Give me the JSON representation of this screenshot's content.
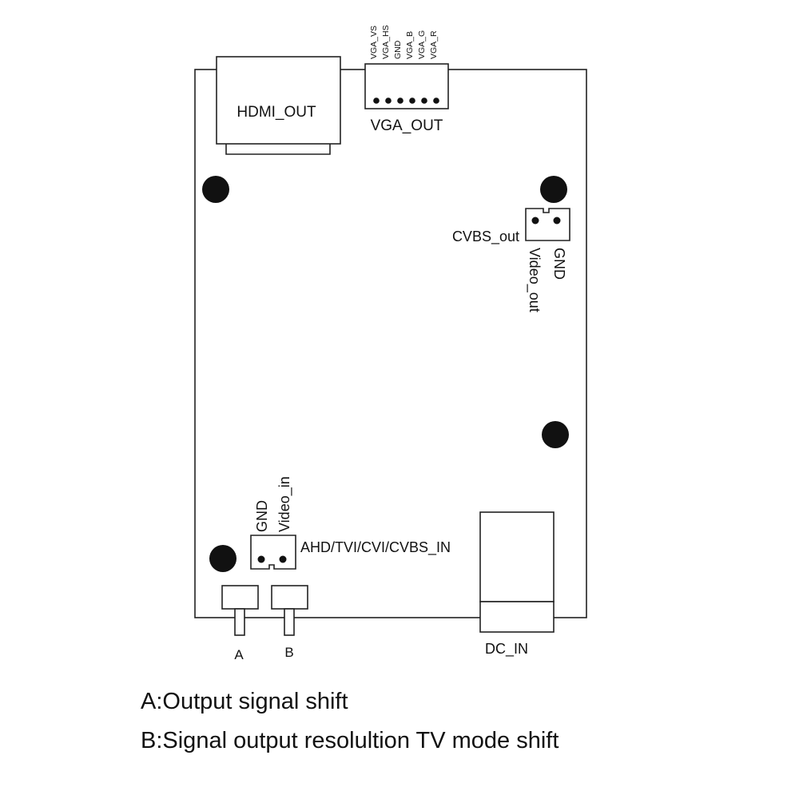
{
  "board": {
    "hdmi_label": "HDMI_OUT",
    "vga_label": "VGA_OUT",
    "vga_pins": [
      "VGA_VS",
      "VGA_HS",
      "GND",
      "VGA_B",
      "VGA_G",
      "VGA_R"
    ],
    "cvbs_out_label": "CVBS_out",
    "cvbs_out_pins": [
      "GND",
      "Video_out"
    ],
    "input_pins": [
      "GND",
      "Video_in"
    ],
    "input_label": "AHD/TVI/CVI/CVBS_IN",
    "switch_a_label": "A",
    "switch_b_label": "B",
    "dc_label": "DC_IN"
  },
  "legend": {
    "a": "A:Output signal shift",
    "b": "B:Signal output resolultion TV mode shift"
  }
}
